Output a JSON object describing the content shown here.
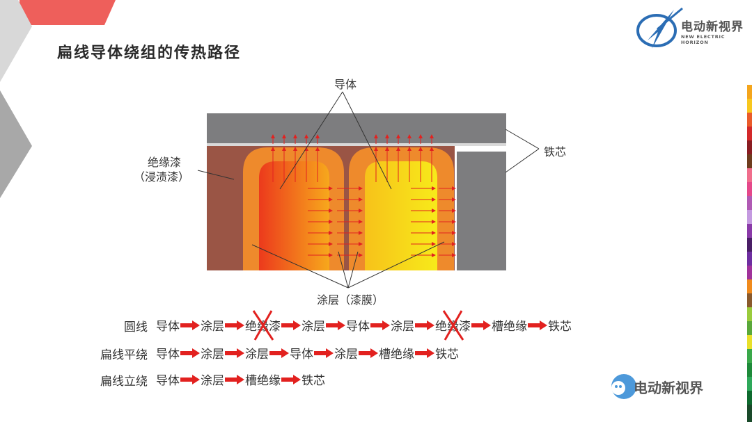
{
  "slide": {
    "title": "扁线导体绕组的传热路径",
    "brand_cn": "电动新视界",
    "brand_en": "NEW ELECTRIC HORIZON",
    "watermark": "电动新视界"
  },
  "diagram": {
    "label_conductor": "导体",
    "label_iron_core": "铁芯",
    "label_insulation_line1": "绝缘漆",
    "label_insulation_line2": "（浸渍漆）",
    "label_coating": "涂层（漆膜）"
  },
  "paths": [
    {
      "label": "圆线",
      "steps": [
        {
          "text": "导体",
          "crossed": false
        },
        {
          "text": "涂层",
          "crossed": false
        },
        {
          "text": "绝缘漆",
          "crossed": true
        },
        {
          "text": "涂层",
          "crossed": false
        },
        {
          "text": "导体",
          "crossed": false
        },
        {
          "text": "涂层",
          "crossed": false
        },
        {
          "text": "绝缘漆",
          "crossed": true
        },
        {
          "text": "槽绝缘",
          "crossed": false
        },
        {
          "text": "铁芯",
          "crossed": false
        }
      ]
    },
    {
      "label": "扁线平绕",
      "steps": [
        {
          "text": "导体",
          "crossed": false
        },
        {
          "text": "涂层",
          "crossed": false
        },
        {
          "text": "涂层",
          "crossed": false
        },
        {
          "text": "导体",
          "crossed": false
        },
        {
          "text": "涂层",
          "crossed": false
        },
        {
          "text": "槽绝缘",
          "crossed": false
        },
        {
          "text": "铁芯",
          "crossed": false
        }
      ]
    },
    {
      "label": "扁线立绕",
      "steps": [
        {
          "text": "导体",
          "crossed": false
        },
        {
          "text": "涂层",
          "crossed": false
        },
        {
          "text": "槽绝缘",
          "crossed": false
        },
        {
          "text": "铁芯",
          "crossed": false
        }
      ]
    }
  ],
  "colors": {
    "iron": "#7d7d7f",
    "insulation": "#9a5545",
    "coating": "#ee8a2c",
    "conductor_hot": "#ec3a1c",
    "conductor_cool": "#f6e01a",
    "arrow": "#e2211f",
    "accent_red": "#ee5f5b"
  }
}
